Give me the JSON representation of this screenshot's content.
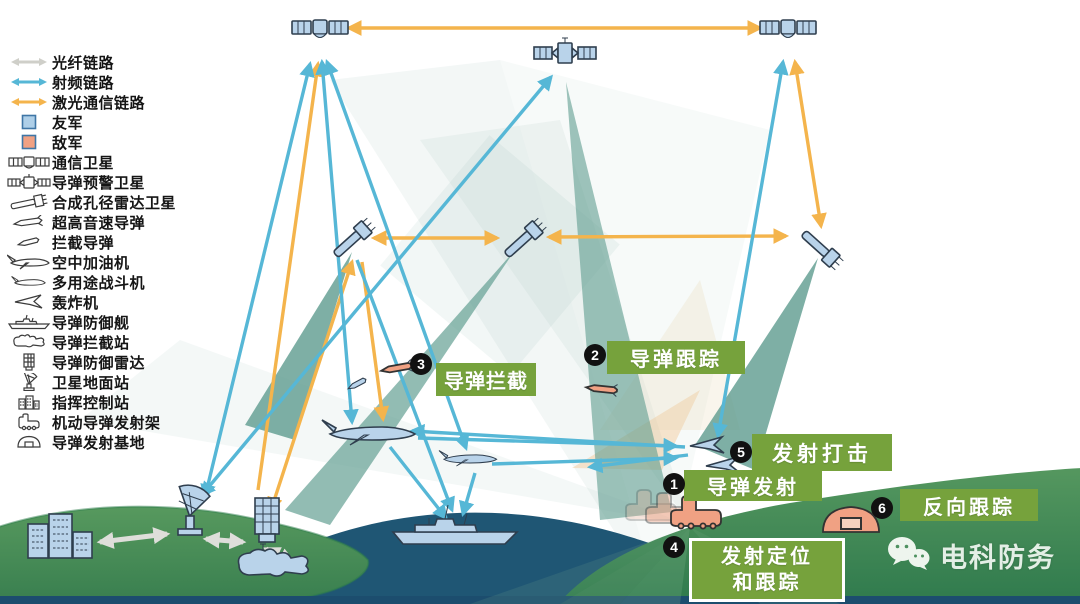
{
  "legend": {
    "items": [
      {
        "icon": "fiber-link-arrow",
        "label": "光纤链路"
      },
      {
        "icon": "rf-link-arrow",
        "label": "射频链路"
      },
      {
        "icon": "laser-link-arrow",
        "label": "激光通信链路"
      },
      {
        "icon": "friendly-square",
        "label": "友军"
      },
      {
        "icon": "enemy-square",
        "label": "敌军"
      },
      {
        "icon": "comm-satellite",
        "label": "通信卫星"
      },
      {
        "icon": "missile-warning-satellite",
        "label": "导弹预警卫星"
      },
      {
        "icon": "sar-satellite",
        "label": "合成孔径雷达卫星"
      },
      {
        "icon": "hypersonic-missile",
        "label": "超高音速导弹"
      },
      {
        "icon": "interceptor-missile",
        "label": "拦截导弹"
      },
      {
        "icon": "aerial-tanker",
        "label": "空中加油机"
      },
      {
        "icon": "multirole-fighter",
        "label": "多用途战斗机"
      },
      {
        "icon": "bomber",
        "label": "轰炸机"
      },
      {
        "icon": "missile-defense-ship",
        "label": "导弹防御舰"
      },
      {
        "icon": "missile-intercept-station",
        "label": "导弹拦截站"
      },
      {
        "icon": "missile-defense-radar",
        "label": "导弹防御雷达"
      },
      {
        "icon": "satellite-ground-station",
        "label": "卫星地面站"
      },
      {
        "icon": "command-control-station",
        "label": "指挥控制站"
      },
      {
        "icon": "mobile-missile-launcher",
        "label": "机动导弹发射架"
      },
      {
        "icon": "missile-launch-base",
        "label": "导弹发射基地"
      }
    ]
  },
  "annotations": [
    {
      "num": "1",
      "text": "导弹发射"
    },
    {
      "num": "2",
      "text": "导弹跟踪"
    },
    {
      "num": "3",
      "text": "导弹拦截"
    },
    {
      "num": "4",
      "text": "发射定位",
      "text2": "和跟踪"
    },
    {
      "num": "5",
      "text": "发射打击"
    },
    {
      "num": "6",
      "text": "反向跟踪"
    }
  ],
  "watermark": {
    "brand": "电科防务",
    "icon": "wechat-icon"
  },
  "colors": {
    "rf_link": "#56b7d6",
    "laser_link": "#f4b44c",
    "fiber_link": "#d9d9d3",
    "friendly": "#b9d3ea",
    "enemy": "#f0a183",
    "label_green": "#76a23c",
    "land_green": "#4e9160",
    "ocean": "#1f5674",
    "cone_teal": "#5e9c8f"
  }
}
